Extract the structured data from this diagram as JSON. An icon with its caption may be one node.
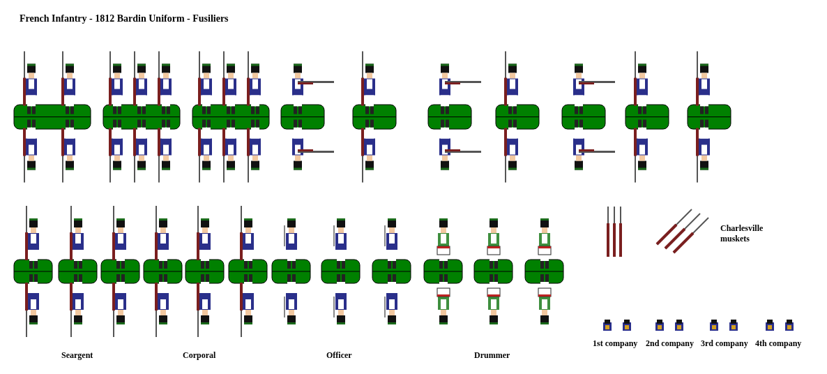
{
  "diagram": {
    "title": "French Infantry - 1812 Bardin Uniform - Fusiliers",
    "labels": [
      "Charlesville muskets",
      "1st company",
      "2nd company",
      "3rd company",
      "4th company",
      "Seargent",
      "Corporal",
      "Officer",
      "Drummer"
    ]
  }
}
